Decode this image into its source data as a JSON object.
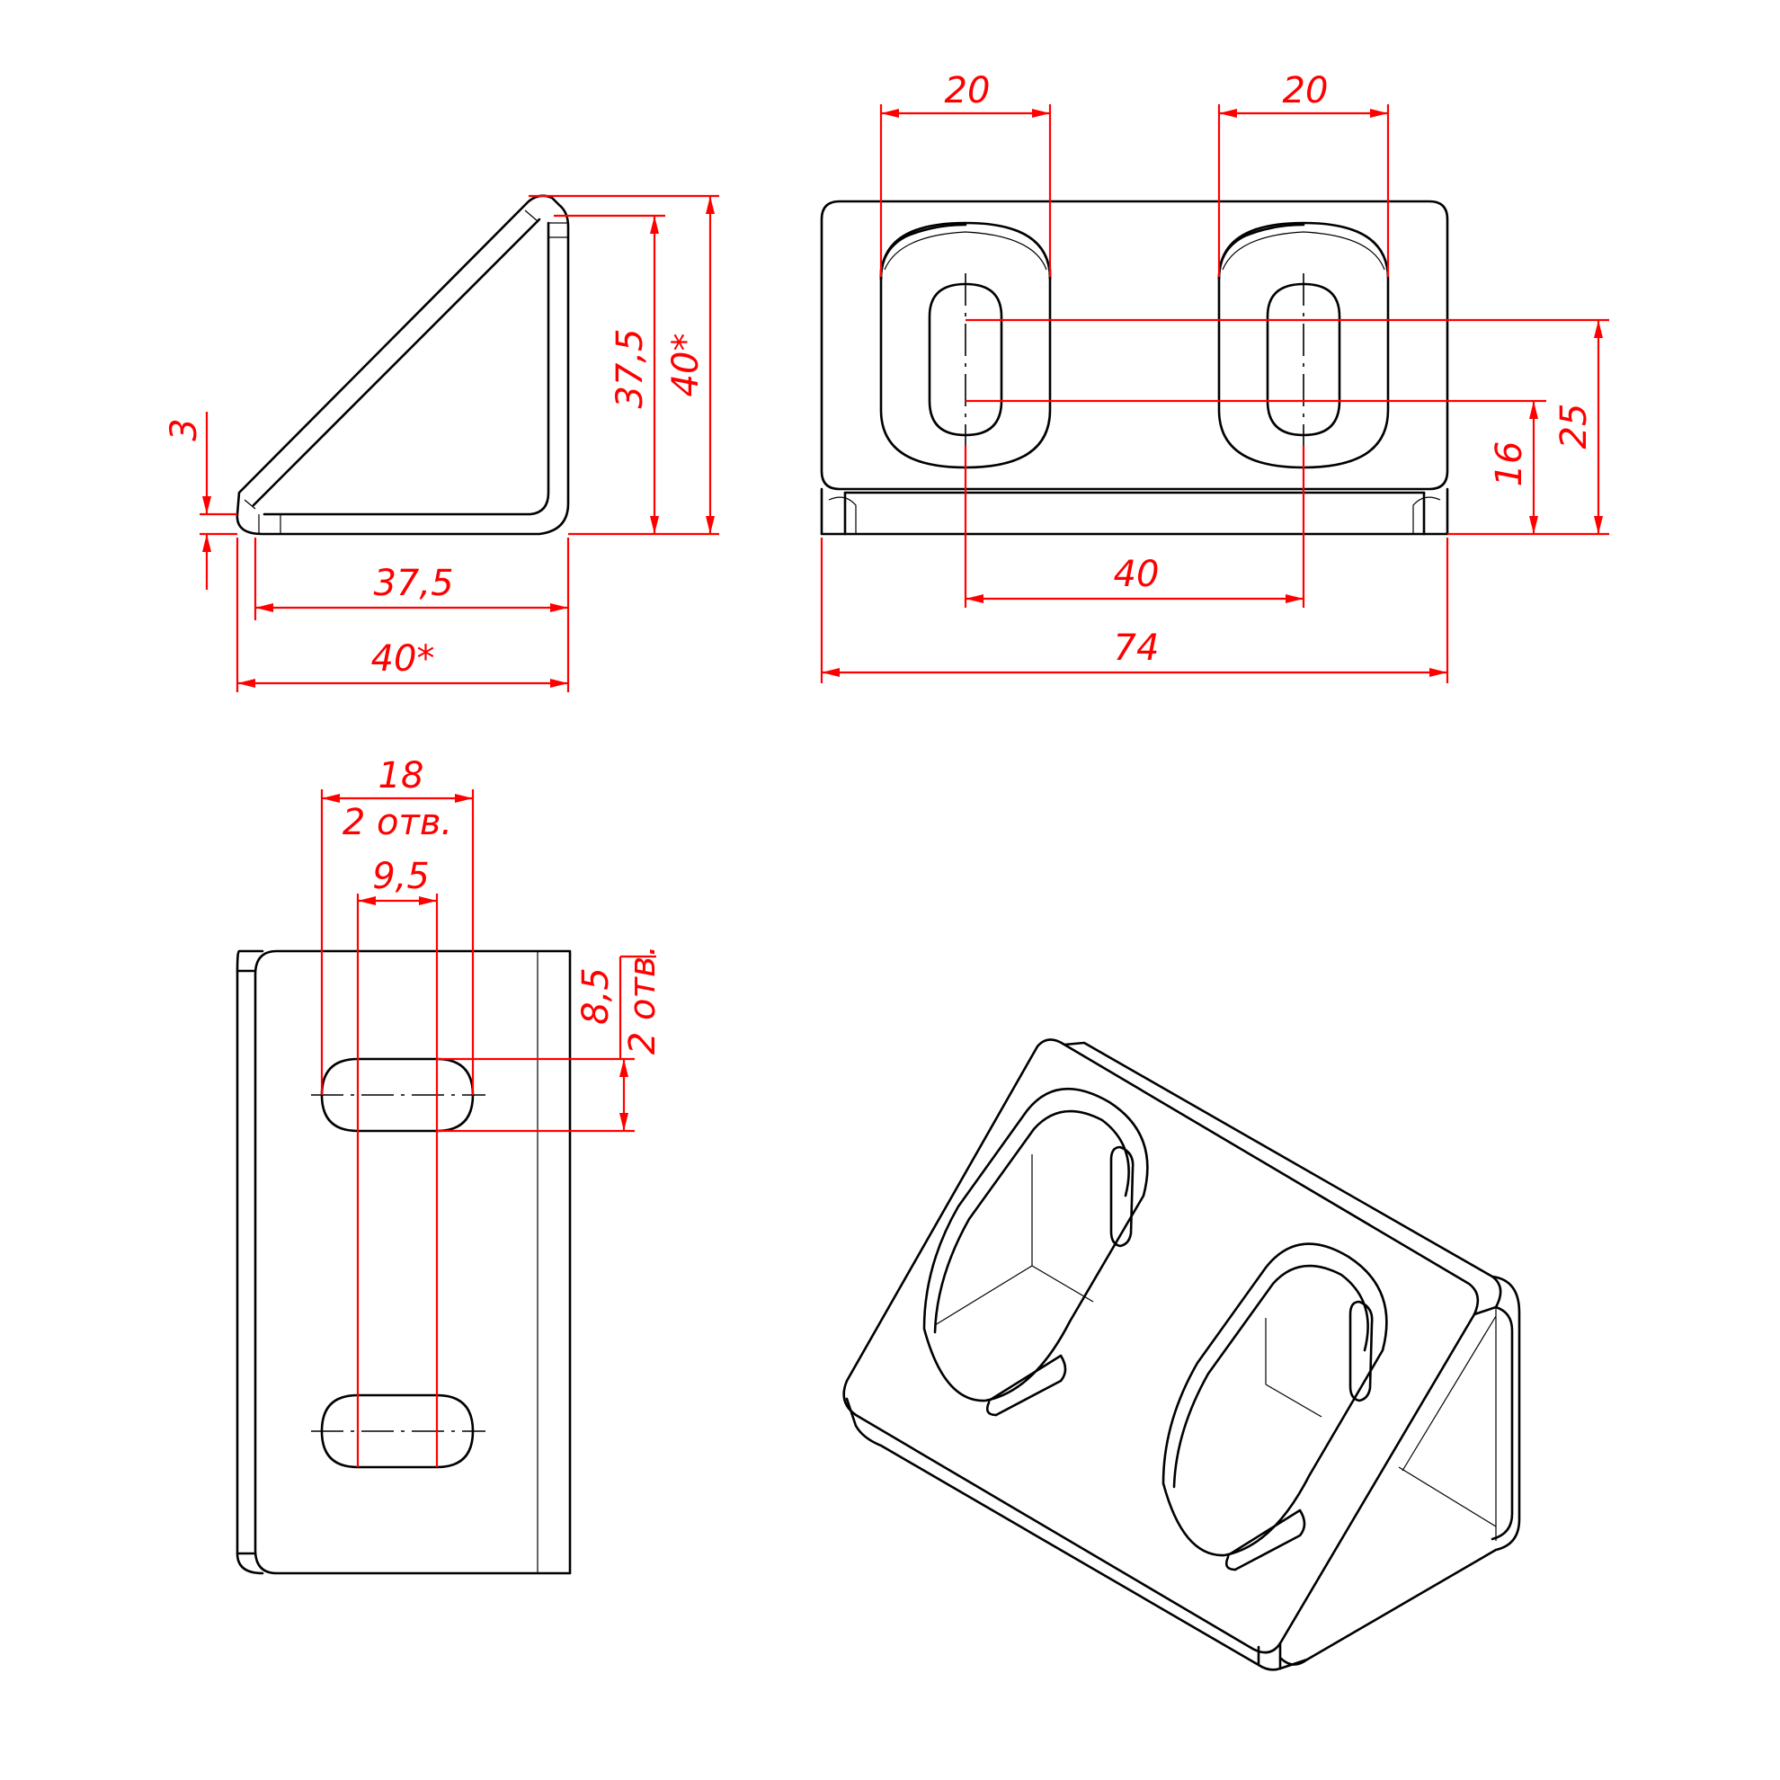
{
  "colors": {
    "outline": "#000000",
    "dimension": "#ff0000",
    "background": "#ffffff"
  },
  "side_view": {
    "dim_thickness": "3",
    "dim_inner_height": "37,5",
    "dim_outer_height": "40*",
    "dim_inner_length": "37,5",
    "dim_outer_length": "40*"
  },
  "front_view": {
    "dim_left_flange": "20",
    "dim_right_flange": "20",
    "dim_slot_center_height": "16",
    "dim_upper_height": "25",
    "dim_hole_spacing": "40",
    "dim_total_width": "74"
  },
  "top_view": {
    "dim_outer_slot_width": "18",
    "dim_outer_slot_note": "2 отв.",
    "dim_inner_slot_width": "9,5",
    "dim_slot_height": "8,5",
    "dim_slot_height_note": "2 отв."
  }
}
